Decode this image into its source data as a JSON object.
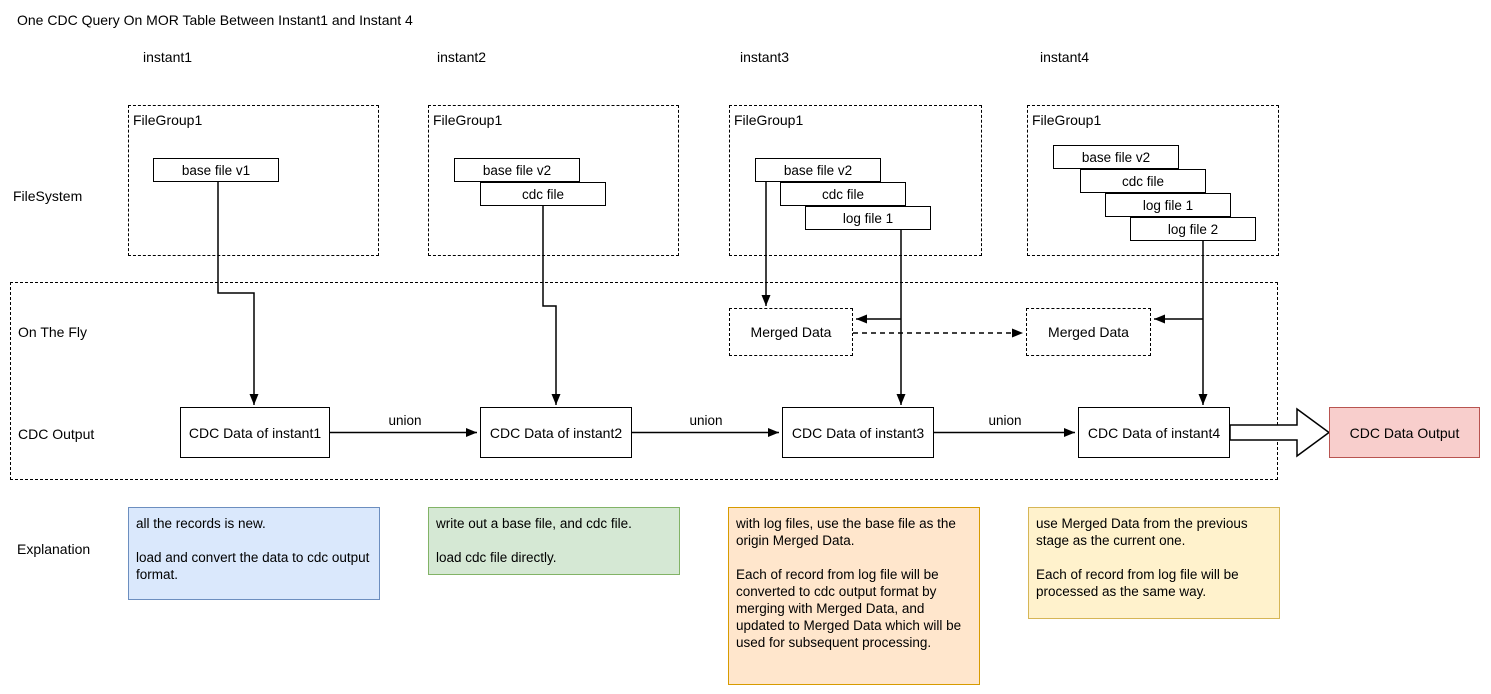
{
  "title": "One CDC Query On MOR Table Between Instant1 and Instant 4",
  "column_headers": [
    "instant1",
    "instant2",
    "instant3",
    "instant4"
  ],
  "row_labels": {
    "filesystem": "FileSystem",
    "on_the_fly": "On The Fly",
    "cdc_output": "CDC Output",
    "explanation": "Explanation"
  },
  "filesystem": {
    "instant1": {
      "group_label": "FileGroup1",
      "files": [
        "base file v1"
      ]
    },
    "instant2": {
      "group_label": "FileGroup1",
      "files": [
        "base file v2",
        "cdc file"
      ]
    },
    "instant3": {
      "group_label": "FileGroup1",
      "files": [
        "base file v2",
        "cdc file",
        "log file 1"
      ]
    },
    "instant4": {
      "group_label": "FileGroup1",
      "files": [
        "base file v2",
        "cdc file",
        "log file 1",
        "log file 2"
      ]
    }
  },
  "on_the_fly": {
    "merged_data_instant3": "Merged Data",
    "merged_data_instant4": "Merged Data"
  },
  "cdc_output": {
    "boxes": [
      "CDC Data of instant1",
      "CDC Data of instant2",
      "CDC Data of instant3",
      "CDC Data of instant4"
    ],
    "union_label": "union",
    "output_label": "CDC Data Output"
  },
  "explanations": [
    {
      "instant": "instant1",
      "fill": "#dae8fc",
      "border": "#6c8ebf",
      "text": "all the records is new.\n\nload and convert the data to cdc output format."
    },
    {
      "instant": "instant2",
      "fill": "#d5e8d4",
      "border": "#82b366",
      "text": "write out a base file, and cdc file.\n\nload cdc file directly."
    },
    {
      "instant": "instant3",
      "fill": "#ffe6cc",
      "border": "#d79b00",
      "text": "with log files, use the base file as the origin Merged Data.\n\nEach of record from log file will be converted to cdc output format by merging with Merged Data, and updated to Merged Data which will be used for subsequent processing."
    },
    {
      "instant": "instant4",
      "fill": "#fff2cc",
      "border": "#d6b656",
      "text": "use Merged Data from the previous stage as the current one.\n\nEach of record from log file will be processed as the same way."
    }
  ],
  "colors": {
    "output_box_fill": "#f8cecc",
    "output_box_border": "#b85450",
    "line_color": "#000000"
  }
}
